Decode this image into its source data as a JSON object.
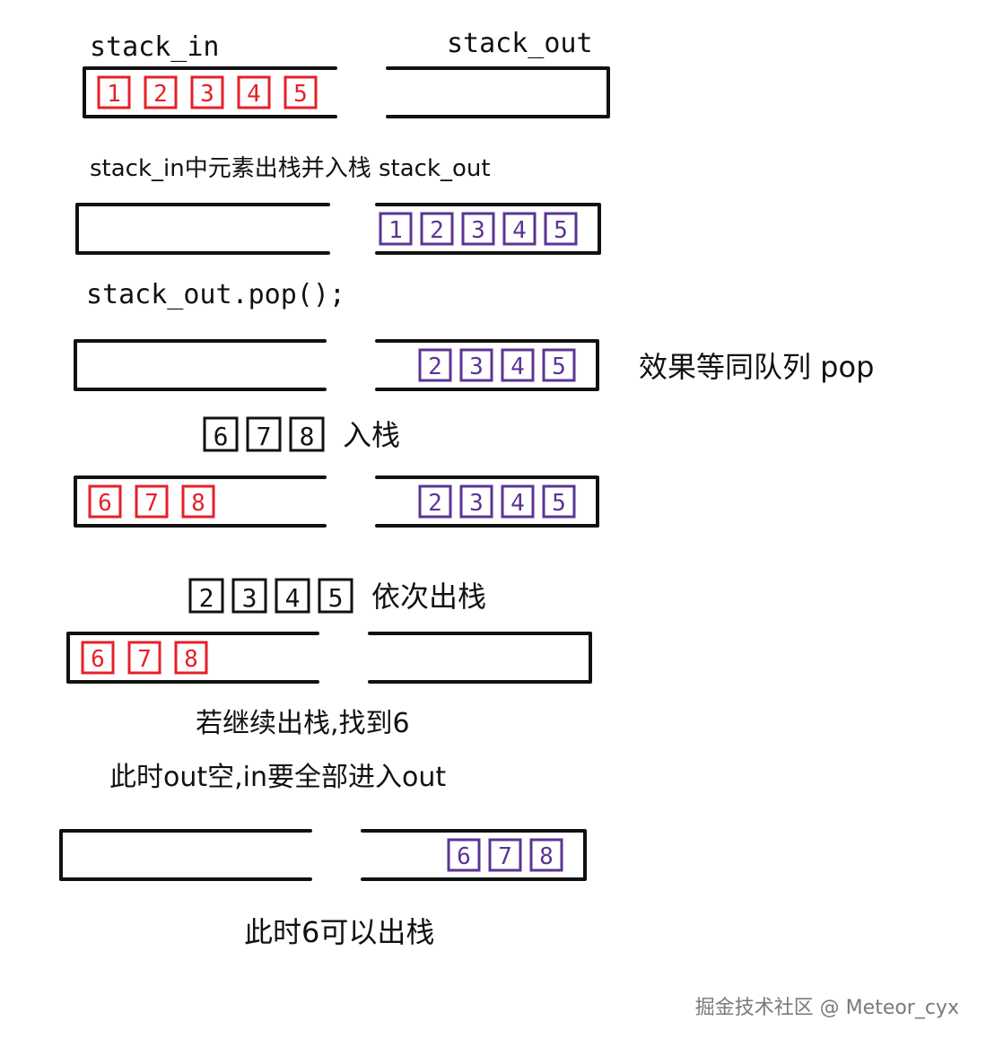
{
  "labels": {
    "stack_in": "stack_in",
    "stack_out": "stack_out",
    "step1": "stack_in中元素出栈并入栈 stack_out",
    "step2": "stack_out.pop();",
    "note_pop": "效果等同队列 pop",
    "step3": "678入栈",
    "step4": "2345依次出栈",
    "step5a": "若继续出栈,找到6",
    "step5b": "此时out空,in要全部进入out",
    "step6": "此时6可以出栈"
  },
  "stages": [
    {
      "in": [
        "1",
        "2",
        "3",
        "4",
        "5"
      ],
      "out": []
    },
    {
      "in": [],
      "out": [
        "1",
        "2",
        "3",
        "4",
        "5"
      ]
    },
    {
      "in": [],
      "out": [
        "2",
        "3",
        "4",
        "5"
      ]
    },
    {
      "in": [
        "6",
        "7",
        "8"
      ],
      "out": [
        "2",
        "3",
        "4",
        "5"
      ]
    },
    {
      "in": [
        "6",
        "7",
        "8"
      ],
      "out": []
    },
    {
      "in": [],
      "out": [
        "6",
        "7",
        "8"
      ]
    }
  ],
  "step3_items": [
    "6",
    "7",
    "8"
  ],
  "step4_items": [
    "2",
    "3",
    "4",
    "5"
  ],
  "colors": {
    "in": "#e5202a",
    "out": "#5b3496",
    "ink": "#111111"
  },
  "watermark": "掘金技术社区 @ Meteor_cyx"
}
